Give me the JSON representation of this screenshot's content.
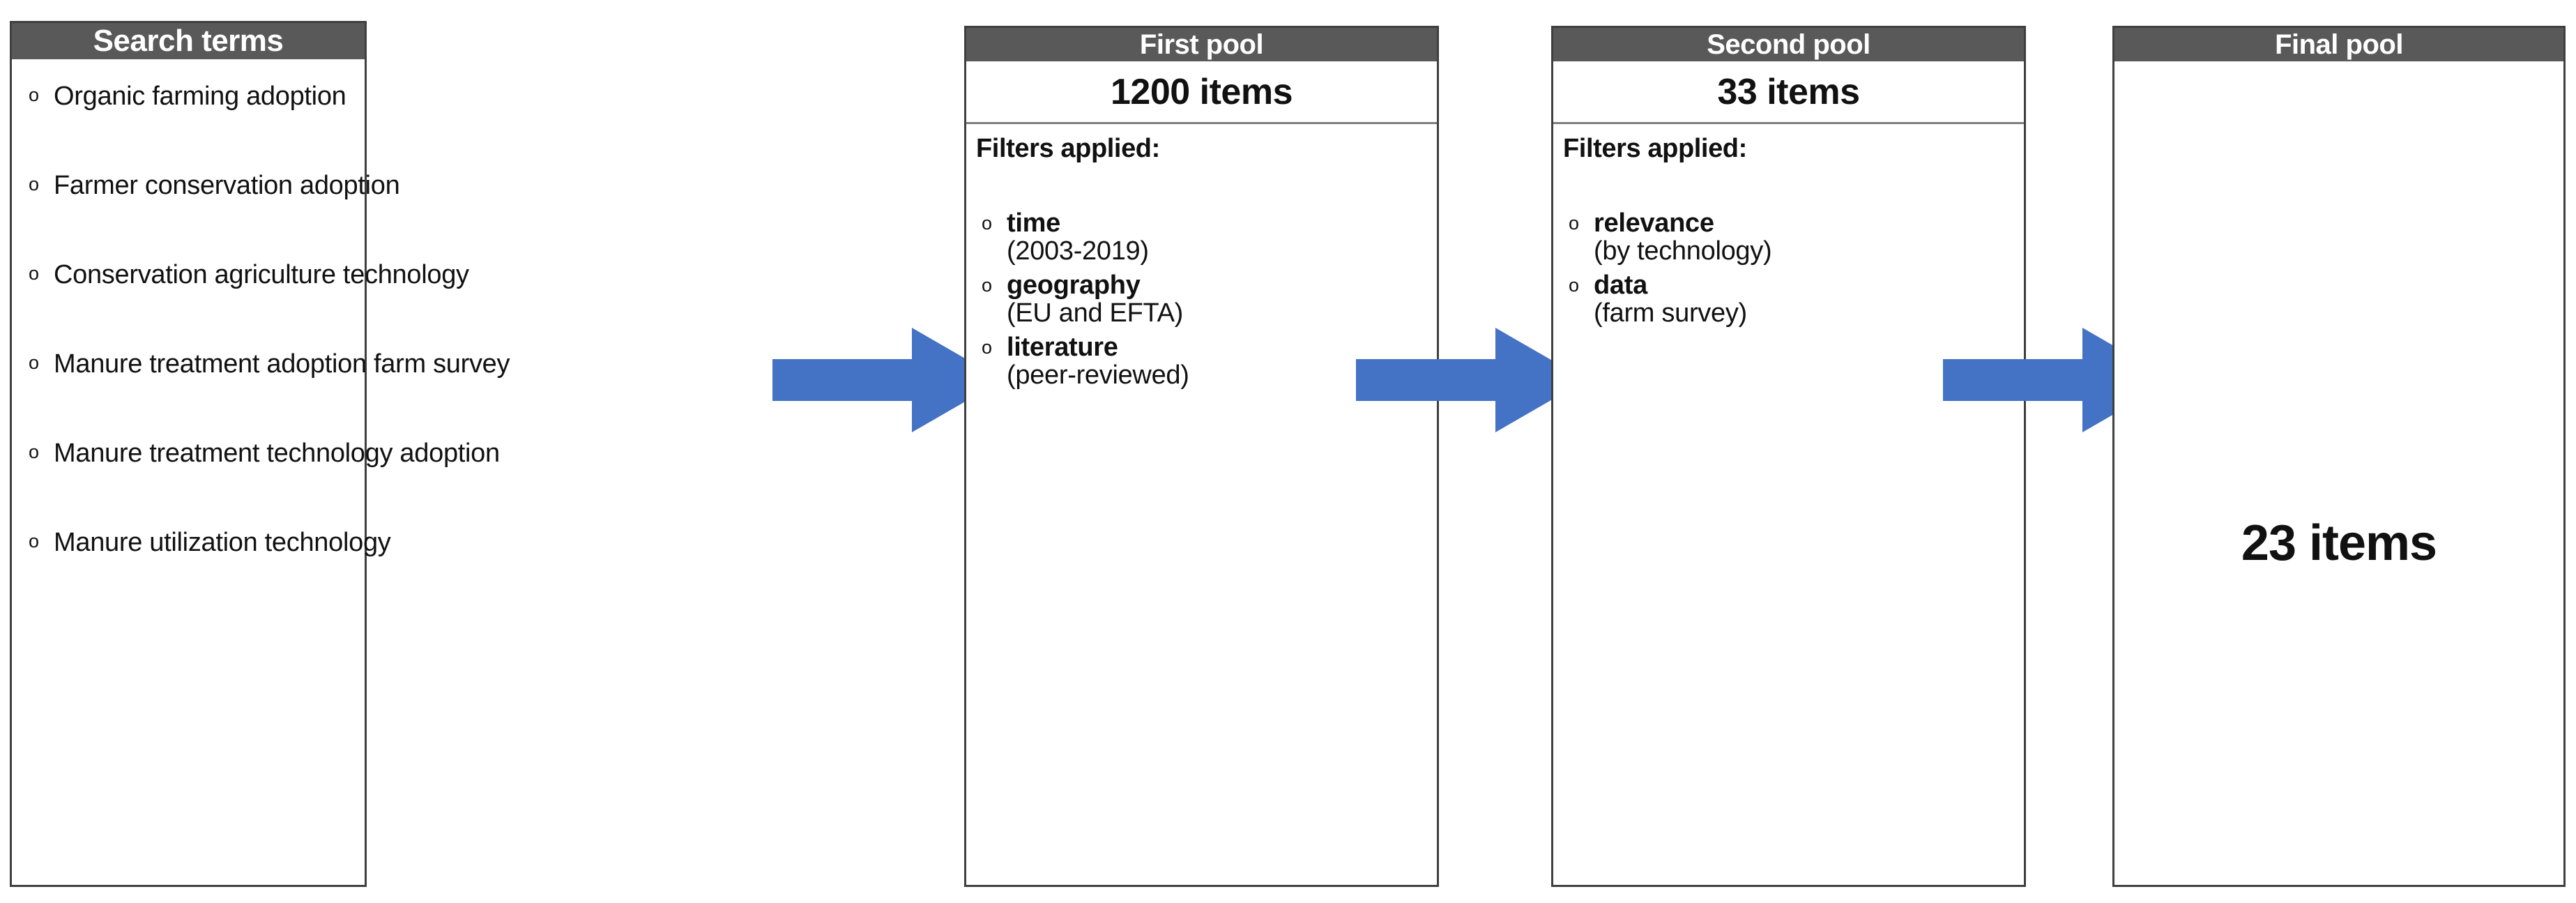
{
  "diagram": {
    "title": "Literature search and screening flow",
    "colors": {
      "header_bg": "#595959",
      "header_text": "#ffffff",
      "arrow_blue": "#4472C4",
      "box_border": "#3f3f3f",
      "divider": "#7f7f7f",
      "body_text": "#111111"
    },
    "bullet_glyph": "o",
    "arrow_icon": "right-block-arrow"
  },
  "stages": [
    {
      "id": "search-terms",
      "header": "Search terms",
      "terms": [
        "Organic farming adoption",
        "Farmer conservation adoption",
        "Conservation agriculture technology",
        "Manure treatment adoption farm survey",
        "Manure treatment technology adoption",
        "Manure utilization technology"
      ]
    },
    {
      "id": "first-pool",
      "header": "First pool",
      "count": "1200 items",
      "filters_title": "Filters applied:",
      "filters": [
        {
          "label": "time",
          "detail": "(2003-2019)"
        },
        {
          "label": "geography",
          "detail": "(EU and EFTA)"
        },
        {
          "label": "literature",
          "detail": "(peer-reviewed)"
        }
      ]
    },
    {
      "id": "second-pool",
      "header": "Second pool",
      "count": "33 items",
      "filters_title": "Filters applied:",
      "filters": [
        {
          "label": "relevance",
          "detail": "(by technology)"
        },
        {
          "label": "data",
          "detail": "(farm survey)"
        }
      ]
    },
    {
      "id": "final-pool",
      "header": "Final pool",
      "count": "23 items"
    }
  ]
}
